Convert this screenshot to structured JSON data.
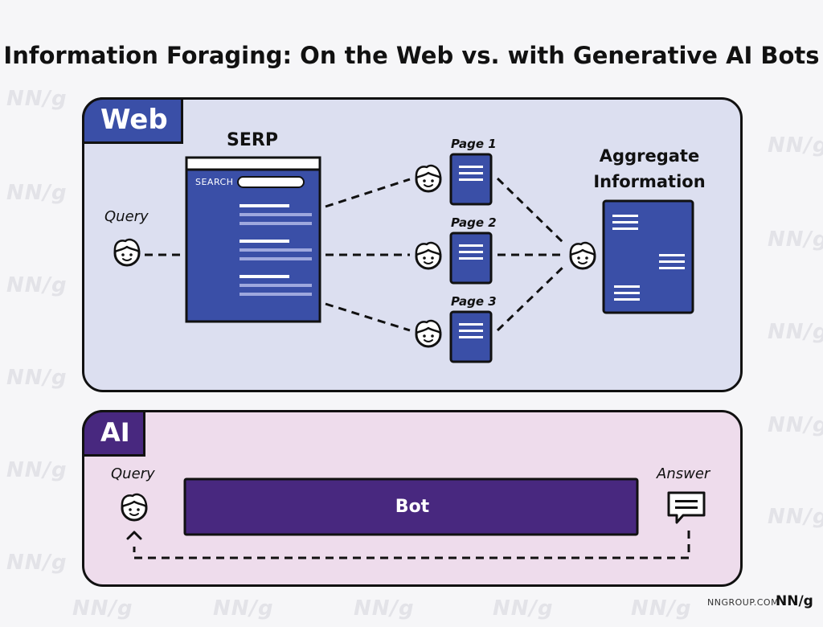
{
  "title": "Information Foraging: On the Web vs. with Generative AI Bots",
  "watermark": "NN/g",
  "web": {
    "tab_label": "Web",
    "query_label": "Query",
    "serp_label": "SERP",
    "search_label": "SEARCH",
    "pages": [
      "Page 1",
      "Page 2",
      "Page 3"
    ],
    "aggregate_label": "Aggregate\nInformation"
  },
  "ai": {
    "tab_label": "AI",
    "query_label": "Query",
    "bot_label": "Bot",
    "answer_label": "Answer"
  },
  "footer": {
    "site": "NNGROUP.COM",
    "logo": "NN/g"
  },
  "colors": {
    "web_panel_bg": "#dcdff0",
    "ai_panel_bg": "#eedcec",
    "web_accent": "#3a4fa7",
    "ai_accent": "#48287f"
  }
}
